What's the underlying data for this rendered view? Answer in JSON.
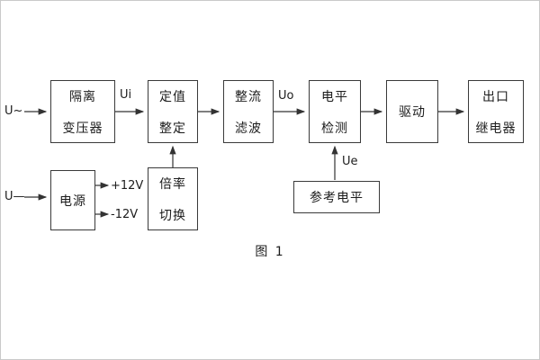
{
  "diagram": {
    "caption": "图 1",
    "labels": {
      "input_ac": "U~",
      "input_dc": "U—",
      "ui": "Ui",
      "uo": "Uo",
      "ue": "Ue",
      "plus12": "+12V",
      "minus12": "-12V"
    },
    "blocks": {
      "isolation_transformer": {
        "line1": "隔离",
        "line2": "变压器"
      },
      "setting": {
        "line1": "定值",
        "line2": "整定"
      },
      "rectifier_filter": {
        "line1": "整流",
        "line2": "滤波"
      },
      "level_detect": {
        "line1": "电平",
        "line2": "检测"
      },
      "drive": {
        "line1": "驱动"
      },
      "output_relay": {
        "line1": "出口",
        "line2": "继电器"
      },
      "power": {
        "line1": "电源"
      },
      "ratio_switch": {
        "line1": "倍率",
        "line2": "切换"
      },
      "reference_level": {
        "line1": "参考电平"
      }
    }
  }
}
